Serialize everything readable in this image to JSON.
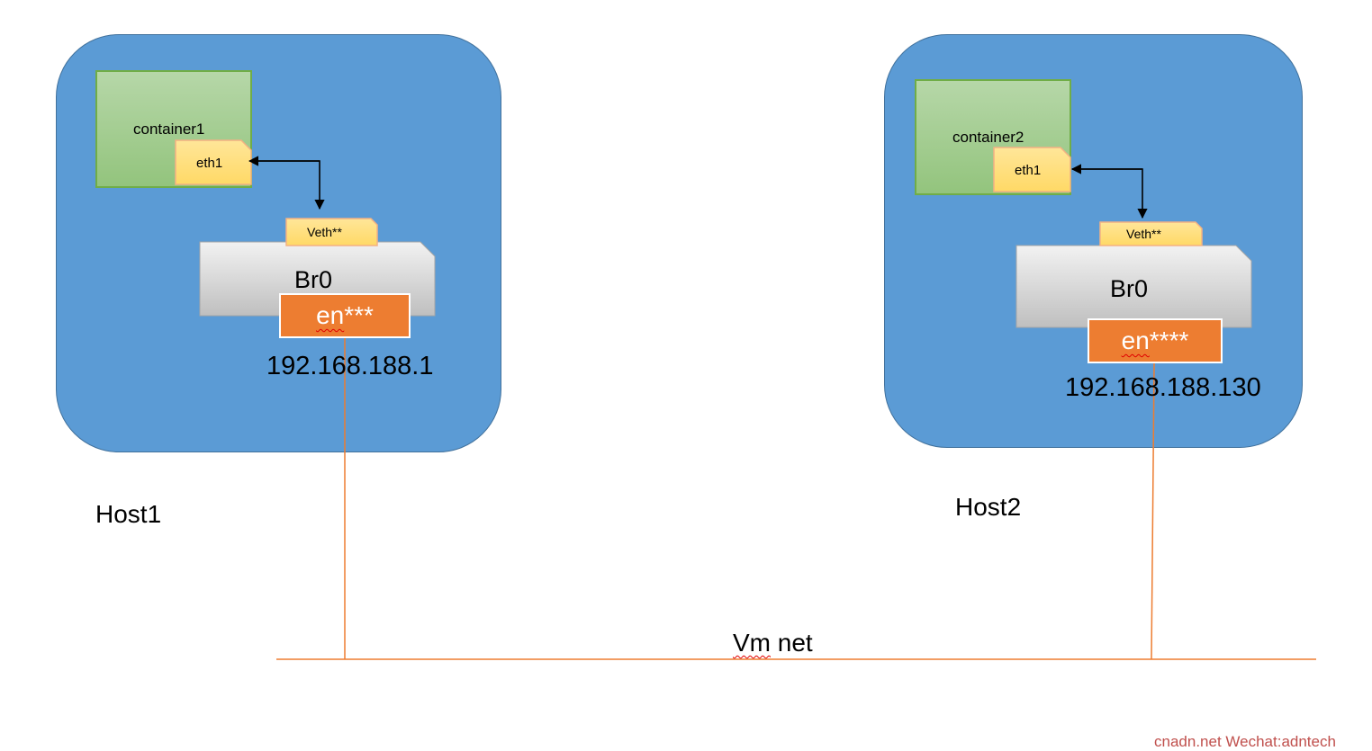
{
  "host1": {
    "label": "Host1",
    "container_label": "container1",
    "eth_label": "eth1",
    "veth_label": "Veth**",
    "bridge_label": "Br0",
    "nic_prefix": "en",
    "nic_suffix": "***",
    "ip": "192.168.188.1"
  },
  "host2": {
    "label": "Host2",
    "container_label": "container2",
    "eth_label": "eth1",
    "veth_label": "Veth**",
    "bridge_label": "Br0",
    "nic_prefix": "en",
    "nic_suffix": "****",
    "ip": "192.168.188.130"
  },
  "network": {
    "label_prefix": "Vm",
    "label_suffix": " net"
  },
  "watermark": "cnadn.net Wechat:adntech",
  "colors": {
    "host_fill": "#5b9bd5",
    "container_fill": "#a9d18e",
    "interface_fill": "#ffd966",
    "nic_fill": "#ed7d31",
    "bridge_fill": "#d0d0d0",
    "link_line": "#ed7d31",
    "watermark": "#c0504d"
  }
}
